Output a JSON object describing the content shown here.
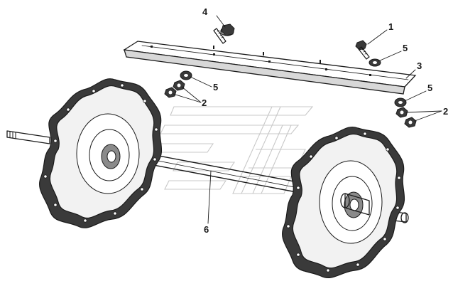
{
  "diagram": {
    "callouts": [
      {
        "id": "c1",
        "number": "1"
      },
      {
        "id": "c2a",
        "number": "2"
      },
      {
        "id": "c2b",
        "number": "2"
      },
      {
        "id": "c3",
        "number": "3"
      },
      {
        "id": "c4",
        "number": "4"
      },
      {
        "id": "c5a",
        "number": "5"
      },
      {
        "id": "c5b",
        "number": "5"
      },
      {
        "id": "c5c",
        "number": "5"
      },
      {
        "id": "c6",
        "number": "6"
      }
    ]
  },
  "colors": {
    "line": "#1a1a1a",
    "fill_dark": "#3a3a3a",
    "fill_mid": "#8a8a8a",
    "fill_light": "#f2f2f2",
    "watermark": "#c8c8c8"
  }
}
